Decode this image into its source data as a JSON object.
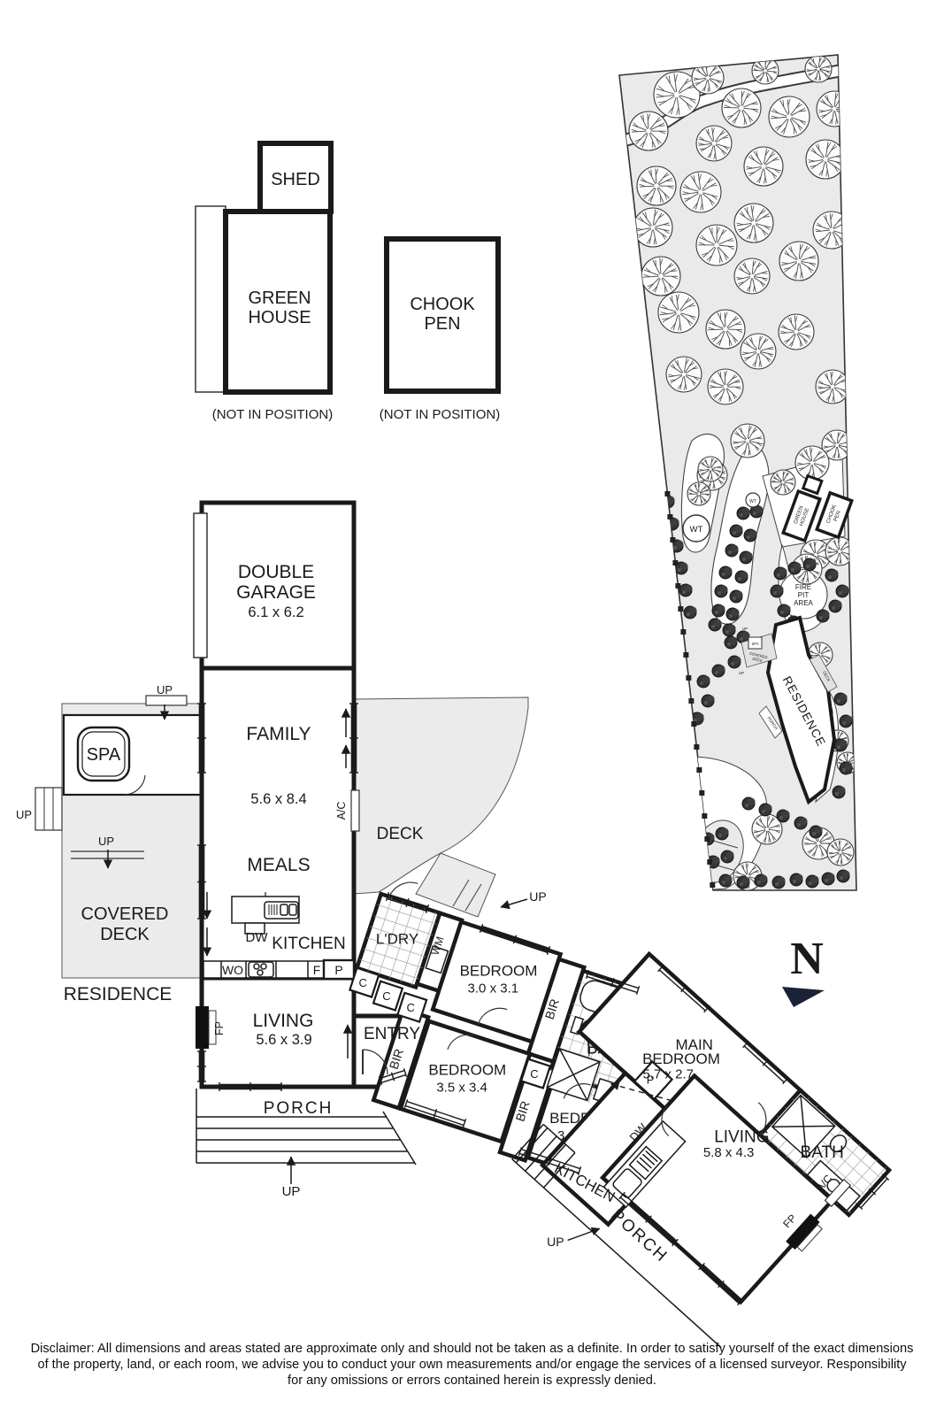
{
  "labels": {
    "shed": "SHED",
    "green_house_1": "GREEN",
    "green_house_2": "HOUSE",
    "chook_pen_1": "CHOOK",
    "chook_pen_2": "PEN",
    "not_in_position": "(NOT IN POSITION)",
    "garage_1": "DOUBLE",
    "garage_2": "GARAGE",
    "garage_dims": "6.1 x 6.2",
    "family": "FAMILY",
    "family_dims": "5.6 x 8.4",
    "meals": "MEALS",
    "kitchen": "KITCHEN",
    "living": "LIVING",
    "living_dims": "5.6 x 3.9",
    "living2_dims": "5.8 x 4.3",
    "entry": "ENTRY",
    "porch": "PORCH",
    "covered_deck_1": "COVERED",
    "covered_deck_2": "DECK",
    "deck": "DECK",
    "residence": "RESIDENCE",
    "spa": "SPA",
    "up": "UP",
    "dw": "DW",
    "wo": "WO",
    "f": "F",
    "p": "P",
    "fp": "FP",
    "ac": "A/C",
    "c": "C",
    "wm": "WM",
    "bir": "BIR",
    "ldry": "L'DRY",
    "bedroom": "BEDROOM",
    "bedroom1_dims": "3.0 x 3.1",
    "bedroom2_dims": "3.5 x 3.4",
    "bedroom3_dims": "3.2 x 3.4",
    "bath": "BATH",
    "main_bedroom_1": "MAIN",
    "main_bedroom_2": "BEDROOM",
    "main_bedroom_dims": "5.7 x 2.7"
  },
  "site": {
    "wt": "WT",
    "fire_pit_1": "FIRE",
    "fire_pit_2": "PIT",
    "fire_pit_3": "AREA"
  },
  "compass": {
    "north": "N"
  },
  "disclaimer": {
    "line1": "Disclaimer: All dimensions and areas stated are approximate only and should not be taken as a definite. In order to satisfy yourself of the exact dimensions",
    "line2": "of the property, land, or each room, we advise you to conduct your own measurements and/or engage the services of a licensed surveyor. Responsibility",
    "line3": "for any omissions or errors contained herein is expressly denied."
  }
}
